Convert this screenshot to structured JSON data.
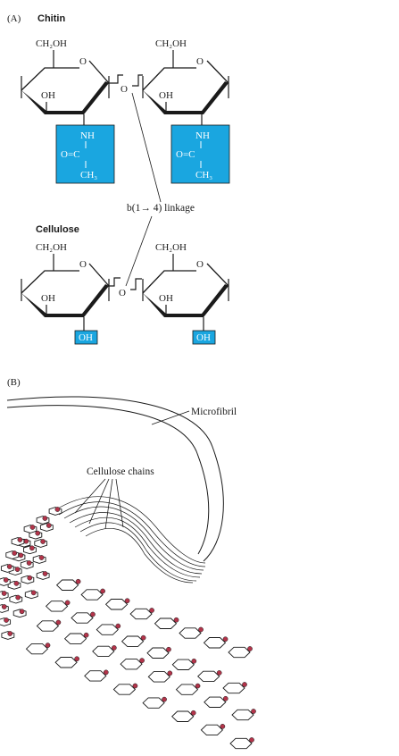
{
  "panel_a": {
    "letter": "(A)",
    "chitin_title": "Chitin",
    "cellulose_title": "Cellulose",
    "ch2oh": "CH₂OH",
    "oh": "OH",
    "ring_o": "O",
    "bridge_o": "O",
    "acetyl": {
      "nh": "NH",
      "oc": "O=C",
      "ch3": "CH₃"
    },
    "linkage_label": "b(1→ 4) linkage"
  },
  "panel_b": {
    "letter": "(B)",
    "microfibril_label": "Microfibril",
    "chains_label": "Cellulose chains"
  },
  "colors": {
    "highlight": "#1aa6e0",
    "bead": "#b3344a",
    "line": "#1a1a1a"
  }
}
